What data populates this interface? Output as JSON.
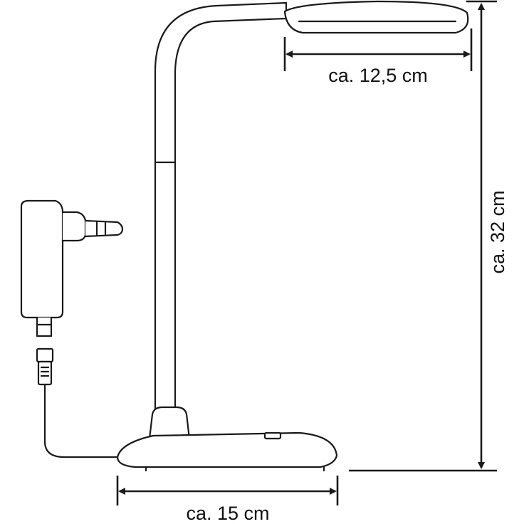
{
  "diagram": {
    "line_color": "#1a1a1a",
    "fill_color": "#ffffff",
    "parts": [
      "lamp-head",
      "gooseneck-arm",
      "lamp-base",
      "power-adapter",
      "plug-connector",
      "power-cable"
    ],
    "dimensions": {
      "head_width": "ca. 12,5 cm",
      "height": "ca. 32 cm",
      "base_width": "ca. 15 cm"
    }
  }
}
